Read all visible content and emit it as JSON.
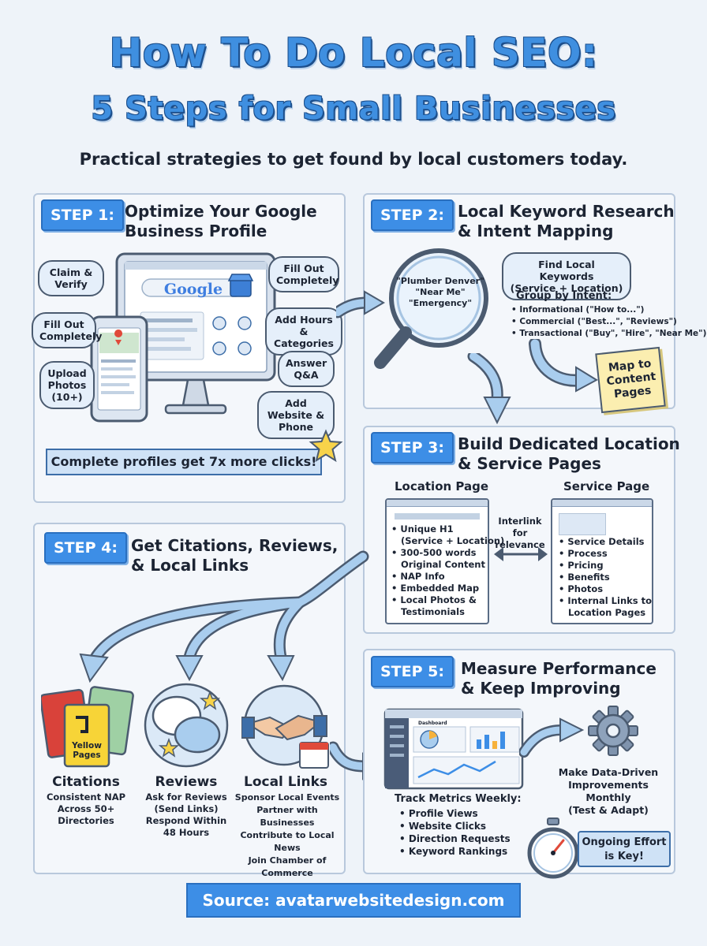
{
  "title_line1": "How To Do Local SEO:",
  "title_line2": "5 Steps for Small Businesses",
  "subtitle": "Practical strategies to get found by local customers today.",
  "step1": {
    "badge": "STEP 1:",
    "heading_l1": "Optimize Your Google",
    "heading_l2": "Business Profile",
    "google_label": "Google",
    "bubbles": [
      "Claim & Verify",
      "Fill Out Completely",
      "Upload Photos (10+)",
      "Fill Out Completely",
      "Add Hours & Categories",
      "Answer Q&A",
      "Add Website & Phone"
    ],
    "ribbon": "Complete profiles get 7x more clicks!"
  },
  "step2": {
    "badge": "STEP 2:",
    "heading_l1": "Local Keyword Research",
    "heading_l2": "& Intent Mapping",
    "lens_terms": [
      "\"Plumber Denver\"",
      "\"Near Me\"",
      "\"Emergency\""
    ],
    "find_bubble": [
      "Find Local Keywords",
      "(Service + Location)"
    ],
    "group_title": "Group by Intent:",
    "intents": [
      "Informational (\"How to...\")",
      "Commercial (\"Best...\", \"Reviews\")",
      "Transactional (\"Buy\", \"Hire\", \"Near Me\")"
    ],
    "notepad": [
      "Map to",
      "Content",
      "Pages"
    ]
  },
  "step3": {
    "badge": "STEP 3:",
    "heading_l1": "Build Dedicated Location",
    "heading_l2": "& Service Pages",
    "location_title": "Location Page",
    "location_items": [
      "Unique H1",
      "(Service + Location)",
      "300-500 words",
      "Original Content",
      "NAP Info",
      "Embedded Map",
      "Local Photos &",
      "Testimonials"
    ],
    "interlink": [
      "Interlink",
      "for relevance"
    ],
    "service_title": "Service Page",
    "service_items": [
      "Service Details",
      "Process",
      "Pricing",
      "Benefits",
      "Photos",
      "Internal Links to",
      "Location Pages"
    ]
  },
  "step4": {
    "badge": "STEP 4:",
    "heading_l1": "Get Citations, Reviews,",
    "heading_l2": "& Local Links",
    "yellow_pages": [
      "Yellow",
      "Pages"
    ],
    "citations_title": "Citations",
    "citations_text": [
      "Consistent NAP",
      "Across 50+",
      "Directories"
    ],
    "reviews_title": "Reviews",
    "reviews_text": [
      "Ask for Reviews",
      "(Send Links)",
      "Respond Within",
      "48 Hours"
    ],
    "links_title": "Local Links",
    "links_text": [
      "Sponsor Local Events",
      "Partner with Businesses",
      "Contribute to Local News",
      "Join Chamber of",
      "Commerce"
    ]
  },
  "step5": {
    "badge": "STEP 5:",
    "heading_l1": "Measure Performance",
    "heading_l2": "& Keep Improving",
    "dashboard_label": "Dashboard",
    "track_title": "Track Metrics Weekly:",
    "metrics": [
      "Profile Views",
      "Website Clicks",
      "Direction Requests",
      "Keyword Rankings"
    ],
    "improve_text": [
      "Make Data-Driven",
      "Improvements",
      "Monthly",
      "(Test & Adapt)"
    ],
    "ongoing": [
      "Ongoing Effort",
      "is Key!"
    ]
  },
  "source": "Source: avatarwebsitedesign.com",
  "colors": {
    "accent": "#3d8ee6",
    "title_fill": "#3f8fe0",
    "title_outline": "#1d4f8c",
    "arrow": "#a9cdee",
    "notepad": "#fbeeb0"
  }
}
